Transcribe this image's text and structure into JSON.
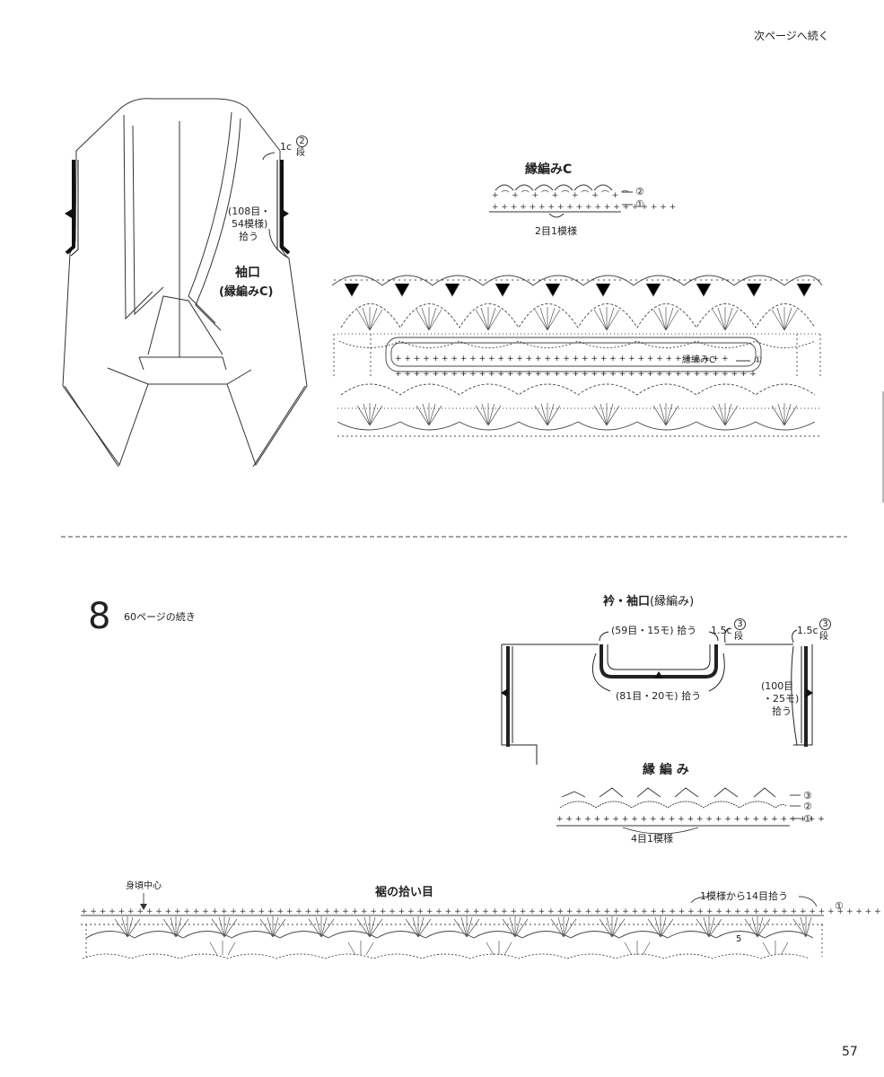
{
  "header": {
    "continue_note": "次ページへ続く"
  },
  "vest_diagram": {
    "pickup_rows_mark": "1c",
    "rows_circle": "2",
    "rows_unit": "段",
    "pickup_count": "(108目・",
    "pickup_pattern": "54模様)",
    "pickup_verb": "拾う",
    "title": "袖口",
    "subtitle": "(縁編みC)"
  },
  "edging_c": {
    "title": "縁編みC",
    "row2": "②",
    "row1": "①",
    "repeat": "2目1模様"
  },
  "big_chart": {
    "label": "縁編みC",
    "row": "①"
  },
  "section8": {
    "number": "8",
    "continued": "60ページの続き"
  },
  "collar_diagram": {
    "title": "衿・袖口",
    "title_sub": "(縁編み)",
    "top_pickup": "(59目・15モ) 拾う",
    "left_rows": "1.5c",
    "left_rows_circle": "3",
    "left_rows_unit": "段",
    "right_rows": "1.5c",
    "right_rows_circle": "3",
    "right_rows_unit": "段",
    "bottom_pickup": "(81目・20モ) 拾う",
    "side_pickup_1": "(100目",
    "side_pickup_2": "・25モ)",
    "side_pickup_3": "拾う"
  },
  "edging": {
    "title": "縁 編 み",
    "row3": "③",
    "row2": "②",
    "row1": "①",
    "repeat": "4目1模様"
  },
  "hem_chart": {
    "center": "身頃中心",
    "title": "裾の拾い目",
    "pickup": "1模様から14目拾う",
    "row": "①",
    "number": "5"
  },
  "footer": {
    "page": "57"
  }
}
